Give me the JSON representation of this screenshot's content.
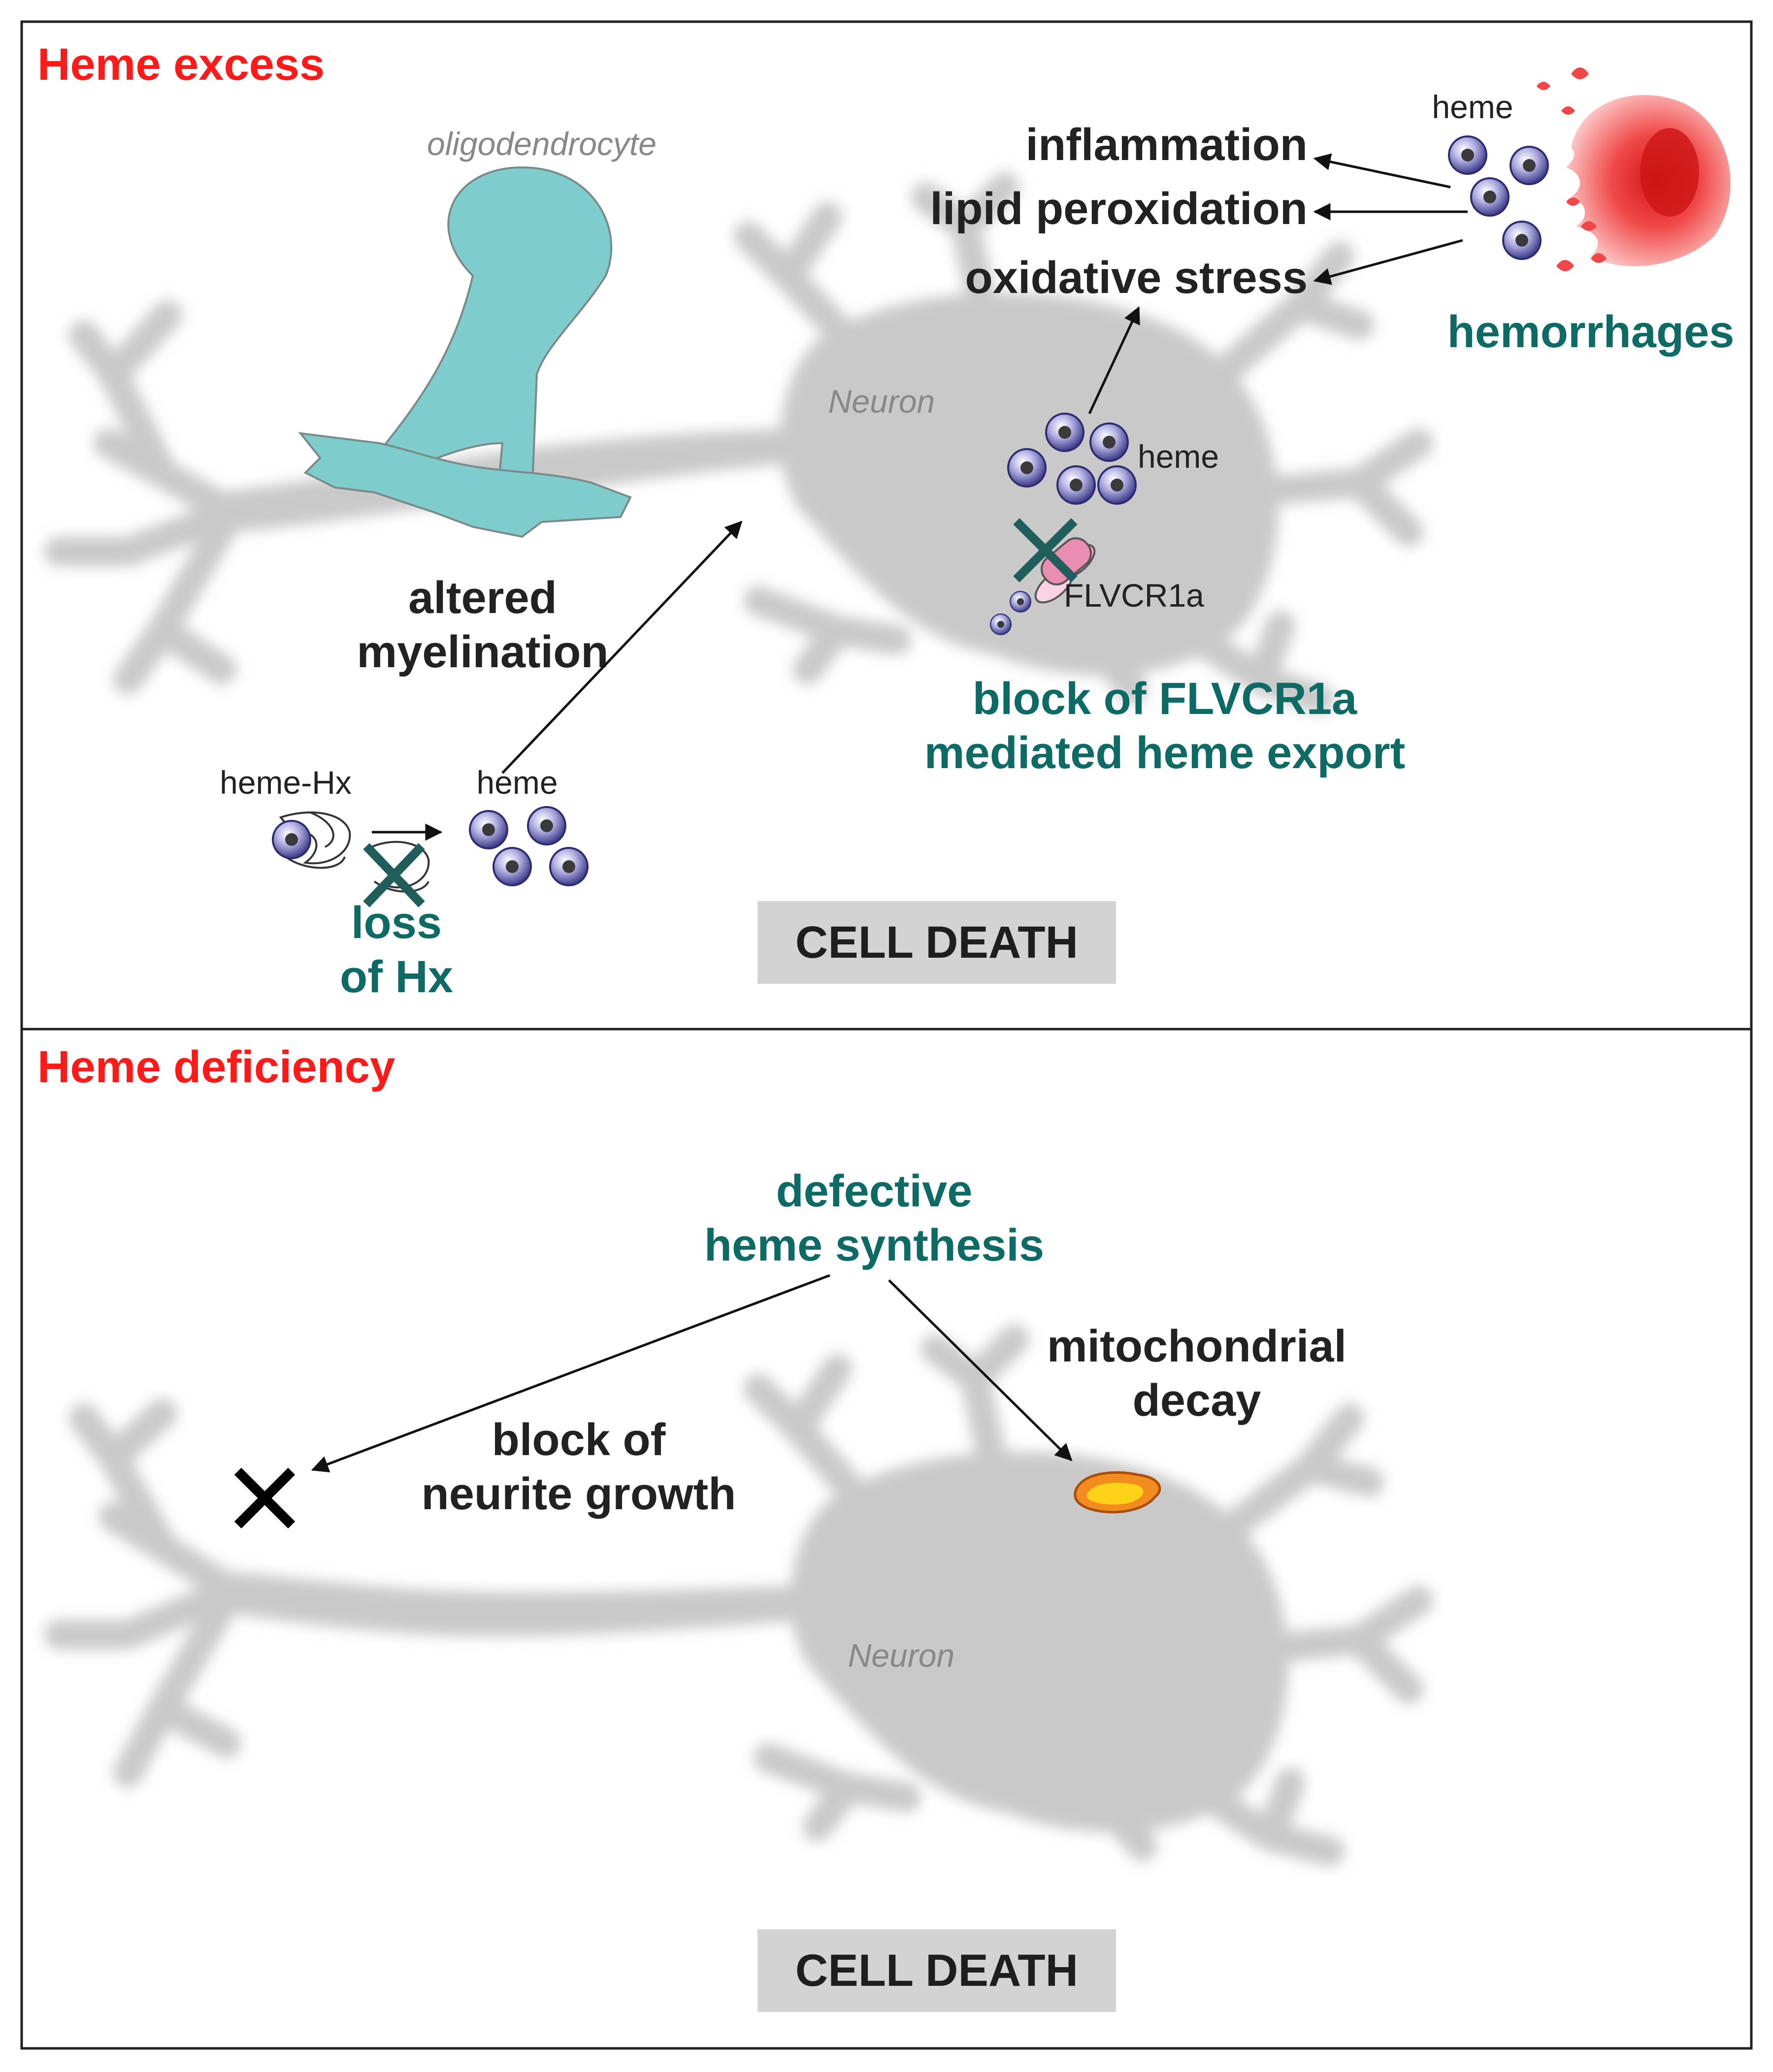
{
  "panels": {
    "excess": {
      "title": "Heme excess",
      "oligodendrocyte_label": "oligodendrocyte",
      "neuron_label": "Neuron",
      "hemorrhage": {
        "heme_label": "heme",
        "label": "hemorrhages"
      },
      "effects": [
        "inflammation",
        "lipid peroxidation",
        "oxidative stress"
      ],
      "neuron_heme_label": "heme",
      "flvcr_label": "FLVCR1a",
      "flvcr_block": [
        "block of FLVCR1a",
        "mediated heme export"
      ],
      "myelination": [
        "altered",
        "myelination"
      ],
      "hx": {
        "complex_label": "heme-Hx",
        "free_heme_label": "heme",
        "loss_label": [
          "loss",
          "of Hx"
        ]
      },
      "outcome": "CELL DEATH"
    },
    "deficiency": {
      "title": "Heme deficiency",
      "neuron_label": "Neuron",
      "cause": [
        "defective",
        "heme synthesis"
      ],
      "neurite": [
        "block of",
        "neurite growth"
      ],
      "mito": [
        "mitochondrial",
        "decay"
      ],
      "outcome": "CELL DEATH"
    }
  },
  "colors": {
    "title_red": "#ff1a1a",
    "teal_text": "#0d6a64",
    "oligodendrocyte": "#7ecccc",
    "neuron_gray": "#c9c9c9",
    "heme_purple": "#6b68b8",
    "blood_red": "#ee3b3b",
    "mitochondrion_orange": "#f28c1e",
    "mitochondrion_yellow": "#ffd21a",
    "cell_death_box": "#d3d3d3"
  }
}
